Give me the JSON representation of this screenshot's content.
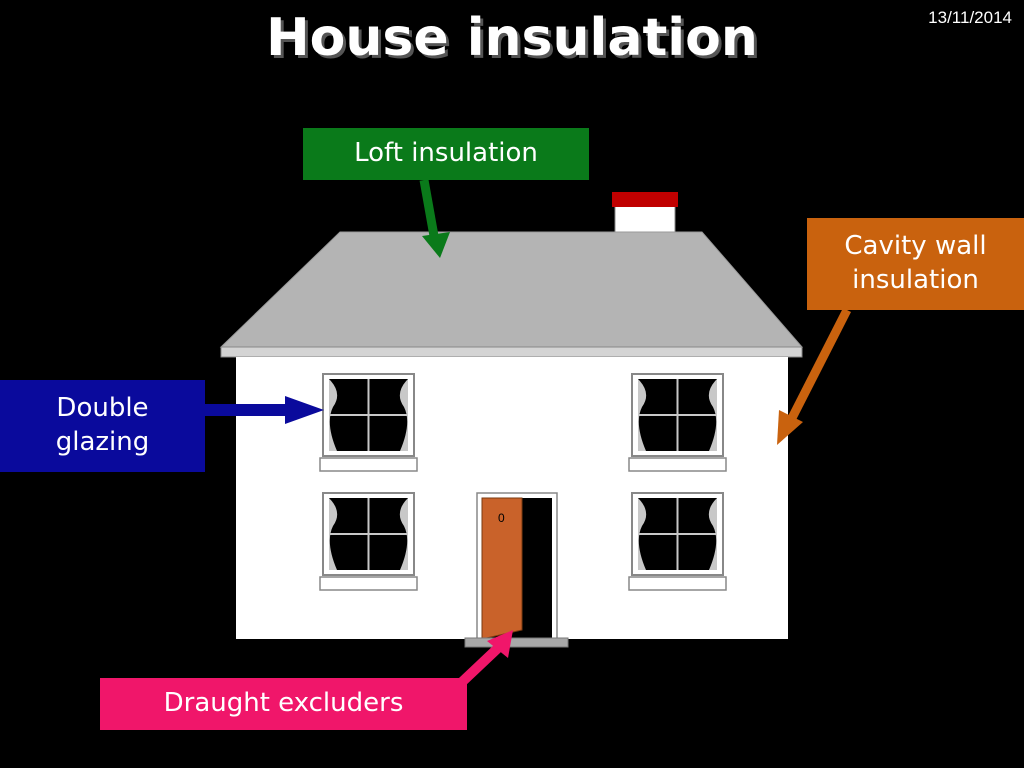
{
  "slide": {
    "title": "House insulation",
    "date": "13/11/2014"
  },
  "labels": {
    "loft": {
      "text": "Loft insulation",
      "color": "#0a7a1a"
    },
    "cavity": {
      "line1": "Cavity wall",
      "line2": "insulation",
      "color": "#c9620e"
    },
    "glazing": {
      "line1": "Double",
      "line2": "glazing",
      "color": "#0a0a9c"
    },
    "draught": {
      "text": "Draught excluders",
      "color": "#f0166a"
    }
  },
  "house": {
    "door_number": "0",
    "roof_color": "#b4b4b4",
    "wall_color": "#ffffff",
    "door_color": "#c9622a",
    "chimney_cap_color": "#c00000"
  }
}
